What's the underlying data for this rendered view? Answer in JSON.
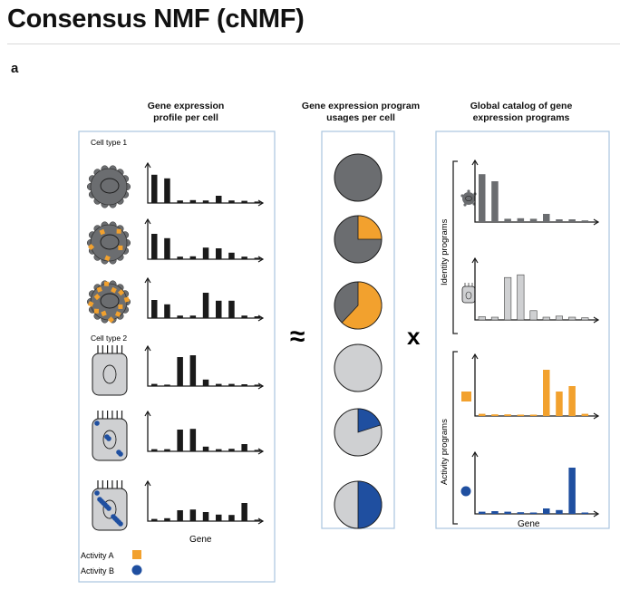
{
  "page": {
    "title": "Consensus NMF (cNMF)",
    "panel_label": "a"
  },
  "columns": {
    "left": {
      "title_line1": "Gene expression",
      "title_line2": "profile per cell"
    },
    "middle": {
      "title_line1": "Gene expression program",
      "title_line2": "usages per cell"
    },
    "right": {
      "title_line1": "Global catalog of gene",
      "title_line2": "expression programs"
    }
  },
  "labels": {
    "cell_type_1": "Cell type 1",
    "cell_type_2": "Cell type 2",
    "gene_axis": "Gene",
    "gene_axis_right": "Gene",
    "identity_programs": "Identity programs",
    "activity_programs": "Activity programs",
    "approx_symbol": "≈",
    "times_symbol": "x"
  },
  "legend": [
    {
      "label": "Activity A",
      "color": "#f2a12e"
    },
    {
      "label": "Activity B",
      "color": "#1f4fa0"
    }
  ],
  "colors": {
    "panel_border": "#a9c4de",
    "dark_gray": "#6b6d70",
    "light_gray": "#cfd0d2",
    "orange": "#f2a12e",
    "blue": "#1f4fa0",
    "black": "#1a1a1a"
  },
  "cells": [
    {
      "type": 1,
      "spots": "none",
      "bars": [
        0.78,
        0.68,
        0.07,
        0.08,
        0.07,
        0.2,
        0.07,
        0.06,
        0.04
      ]
    },
    {
      "type": 1,
      "spots": "few",
      "bars": [
        0.7,
        0.58,
        0.07,
        0.08,
        0.32,
        0.3,
        0.18,
        0.07,
        0.04
      ]
    },
    {
      "type": 1,
      "spots": "many",
      "bars": [
        0.5,
        0.38,
        0.07,
        0.07,
        0.7,
        0.48,
        0.48,
        0.07,
        0.05
      ]
    },
    {
      "type": 2,
      "spots": "none",
      "bars": [
        0.06,
        0.04,
        0.8,
        0.85,
        0.18,
        0.06,
        0.06,
        0.05,
        0.04
      ]
    },
    {
      "type": 2,
      "spots": "few",
      "bars": [
        0.06,
        0.06,
        0.6,
        0.62,
        0.13,
        0.06,
        0.07,
        0.2,
        0.04
      ]
    },
    {
      "type": 2,
      "spots": "many",
      "bars": [
        0.06,
        0.08,
        0.3,
        0.32,
        0.25,
        0.18,
        0.17,
        0.5,
        0.04
      ]
    }
  ],
  "usages": [
    {
      "base": "dark",
      "activity": "none",
      "fraction": 0
    },
    {
      "base": "dark",
      "activity": "orange",
      "fraction": 0.25
    },
    {
      "base": "dark",
      "activity": "orange",
      "fraction": 0.62
    },
    {
      "base": "light",
      "activity": "none",
      "fraction": 0
    },
    {
      "base": "light",
      "activity": "blue",
      "fraction": 0.2
    },
    {
      "base": "light",
      "activity": "blue",
      "fraction": 0.5
    }
  ],
  "programs": [
    {
      "kind": "identity-1",
      "color": "dark_gray",
      "bars": [
        0.88,
        0.75,
        0.06,
        0.07,
        0.06,
        0.15,
        0.05,
        0.05,
        0.03
      ]
    },
    {
      "kind": "identity-2",
      "color": "light_gray",
      "bars": [
        0.06,
        0.05,
        0.78,
        0.83,
        0.17,
        0.05,
        0.07,
        0.05,
        0.04
      ]
    },
    {
      "kind": "activity-A",
      "color": "orange",
      "bars": [
        0.04,
        0.03,
        0.03,
        0.02,
        0.02,
        0.85,
        0.45,
        0.55,
        0.04
      ]
    },
    {
      "kind": "activity-B",
      "color": "blue",
      "bars": [
        0.04,
        0.05,
        0.04,
        0.03,
        0.02,
        0.1,
        0.07,
        0.85,
        0.02
      ]
    }
  ]
}
